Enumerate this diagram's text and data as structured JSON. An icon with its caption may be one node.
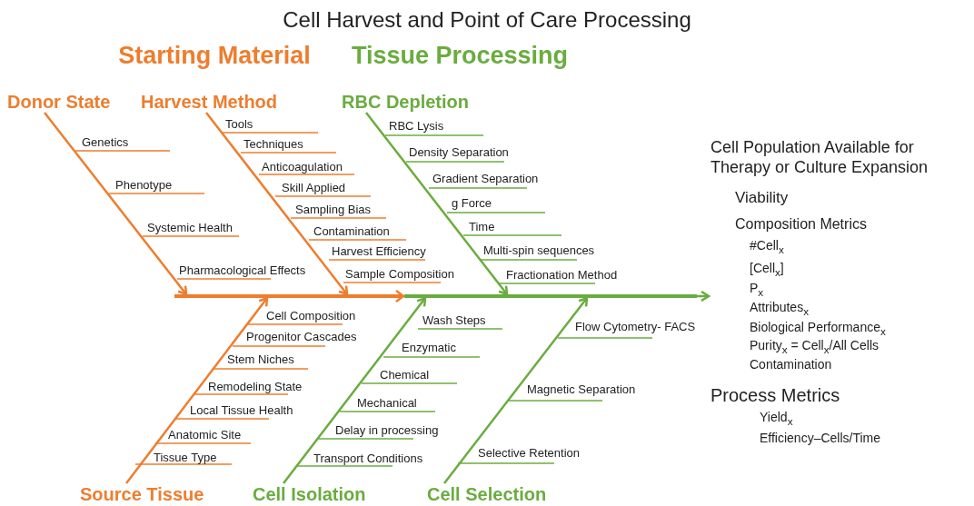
{
  "diagram": {
    "title": "Cell Harvest and Point of Care Processing",
    "nodes": [
      {
        "text": [
          "Donor State"
        ]
      },
      {
        "text": [
          "Harvest Method"
        ]
      },
      {
        "text": [
          "RBC Depletion"
        ]
      },
      {
        "text": [
          "Source Tissue"
        ]
      },
      {
        "text": [
          "Cell Isolation"
        ]
      },
      {
        "text": [
          "Cell Selection"
        ]
      },
      {
        "text": [
          "Cell Population Available for Therapy or Culture Expansion",
          "Viability",
          "Composition Metrics",
          "#Cell$_{x}$",
          "[Cell$_{x}$]",
          "P$_{x}$",
          "Attributes$_{x}$",
          "Biological Performance$_{x}$",
          "Purity$_{x}$ = Cell$_{x}$/All Cells",
          "Contamination",
          "Process Metrics",
          "Yield$_{x}$",
          "Efficiency–Cells/Time"
        ]
      },
      {
        "text": [],
        "shape": "bar"
      }
    ],
    "edges": [
      {
        "from": 0,
        "to": 7,
        "arrow": "to",
        "color": "#ee7d2e"
      },
      {
        "from": 1,
        "to": 7,
        "arrow": "to",
        "color": "#ee7d2e"
      },
      {
        "from": 2,
        "to": 7,
        "arrow": "to"
      },
      {
        "from": 3,
        "to": 7,
        "arrow": "to",
        "color": "#ee7d2e"
      },
      {
        "from": 4,
        "to": 7,
        "arrow": "to"
      },
      {
        "from": 5,
        "to": 7,
        "arrow": "to"
      },
      {
        "from": 7,
        "to": 6,
        "arrow": "to"
      }
    ],
    "labels": [
      "Starting Material",
      "Tissue Processing",
      "Genetics",
      "Phenotype",
      "Systemic Health",
      "Pharmacological Effects",
      "Tools",
      "Techniques",
      "Anticoagulation",
      "Skill Applied",
      "Sampling Bias",
      "Contamination",
      "Harvest Efficiency",
      "Sample Composition",
      "RBC Lysis",
      "Density Separation",
      "Gradient Separation",
      "g Force",
      "Time",
      "Multi-spin sequences",
      "Fractionation Method",
      "Cell Composition",
      "Progenitor Cascades",
      "Stem Niches",
      "Remodeling State",
      "Local Tissue Health",
      "Anatomic Site",
      "Tissue Type",
      "Wash Steps",
      "Enzymatic",
      "Chemical",
      "Mechanical",
      "Delay in processing",
      "Transport Conditions",
      "Flow Cytometry- FACS",
      "Magnetic Separation",
      "Selective Retention"
    ]
  }
}
